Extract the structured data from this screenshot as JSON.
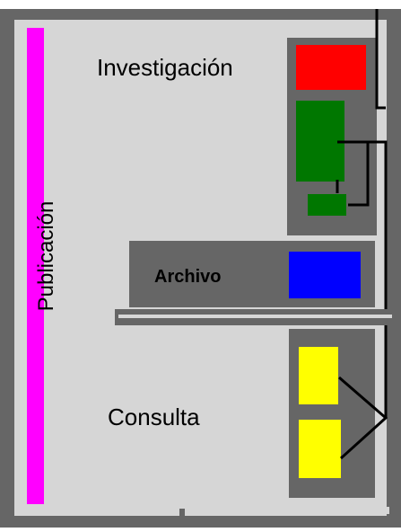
{
  "rooms": {
    "publicacion": {
      "label": "Publicación",
      "color": "#ff00ff"
    },
    "investigacion": {
      "label": "Investigación",
      "colors": {
        "top": "#ff0000",
        "middle": "#007700",
        "bottom": "#007700"
      }
    },
    "archivo": {
      "label": "Archivo",
      "color": "#0000ff"
    },
    "consulta": {
      "label": "Consulta",
      "color": "#ffff00"
    }
  },
  "colors": {
    "background": "#ffffff",
    "outer_wall": "#666666",
    "floor": "#d6d6d6",
    "room_panel": "#666666",
    "wires": "#000000"
  }
}
